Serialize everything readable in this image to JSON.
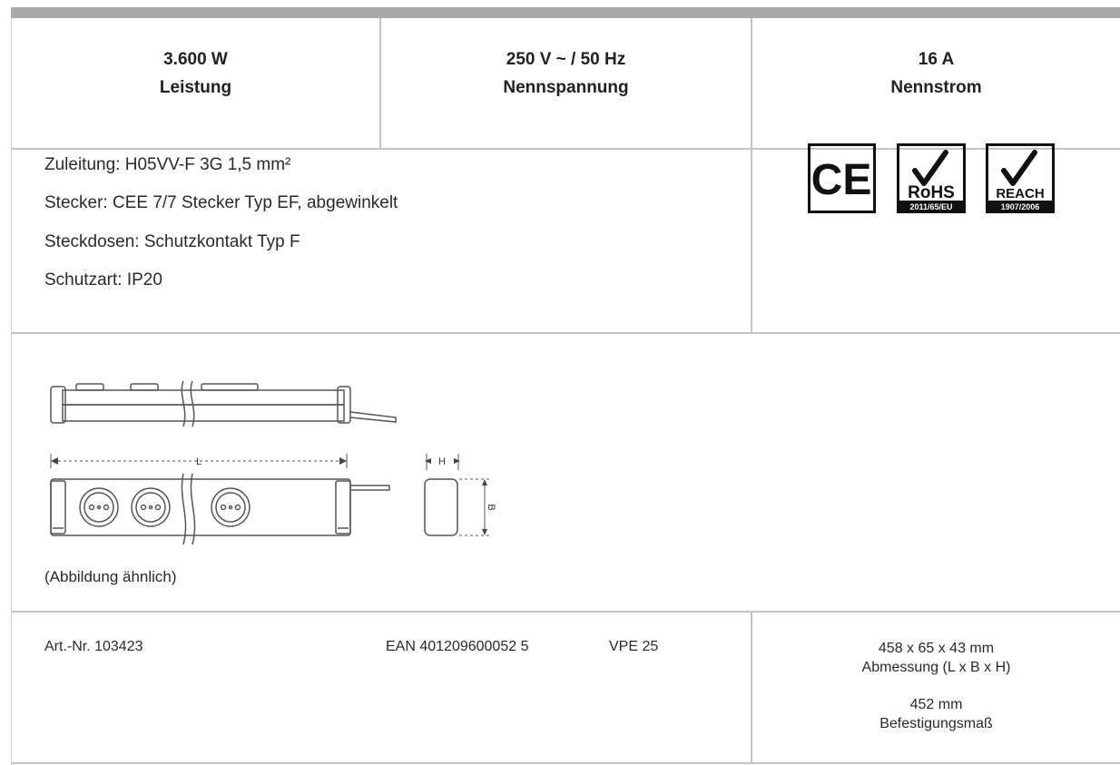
{
  "specs": [
    {
      "value": "3.600 W",
      "label": "Leistung"
    },
    {
      "value": "250 V ~ / 50 Hz",
      "label": "Nennspannung"
    },
    {
      "value": "16 A",
      "label": "Nennstrom"
    }
  ],
  "details": [
    "Zuleitung: H05VV-F 3G 1,5 mm²",
    "Stecker: CEE 7/7 Stecker Typ EF, abgewinkelt",
    "Steckdosen: Schutzkontakt Typ F",
    "Schutzart: IP20"
  ],
  "certifications": {
    "ce": "CE",
    "rohs": {
      "name": "RoHS",
      "code": "2011/65/EU"
    },
    "reach": {
      "name": "REACH",
      "code": "1907/2006"
    }
  },
  "drawing": {
    "label_length": "L",
    "label_height": "H",
    "label_width": "B",
    "caption": "(Abbildung ähnlich)"
  },
  "footer": {
    "article": "Art.-Nr. 103423",
    "ean": "EAN 401209600052 5",
    "vpe": "VPE 25",
    "dimensions_value": "458 x 65 x 43 mm",
    "dimensions_label": "Abmessung (L x B x H)",
    "mounting_value": "452 mm",
    "mounting_label": "Befestigungsmaß"
  },
  "colors": {
    "top_bar": "#a9a9a9",
    "grid_lines": "#c4c4c4",
    "text": "#222222"
  }
}
